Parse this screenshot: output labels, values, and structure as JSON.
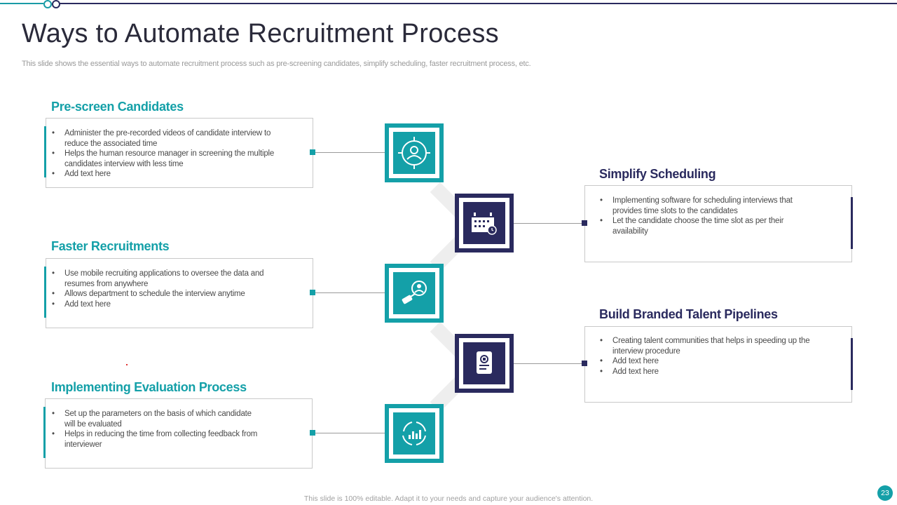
{
  "title": "Ways to Automate Recruitment Process",
  "subtitle": "This slide shows the essential ways to automate recruitment process such as pre-screening candidates, simplify scheduling, faster recruitment process, etc.",
  "colors": {
    "teal": "#14a0a8",
    "navy": "#2a2a5e"
  },
  "left_sections": [
    {
      "heading": "Pre-screen Candidates",
      "bullets": [
        "Administer the pre-recorded videos of candidate interview to reduce the associated time",
        "Helps the human resource manager in screening the multiple candidates interview with less time",
        "Add text here"
      ],
      "icon": "user-target-icon"
    },
    {
      "heading": "Faster Recruitments",
      "bullets": [
        "Use mobile recruiting applications to oversee the data and resumes from anywhere",
        "Allows department to schedule the interview anytime",
        "Add text here"
      ],
      "icon": "mobile-user-icon"
    },
    {
      "heading": "Implementing Evaluation Process",
      "bullets": [
        "Set up the parameters on the basis of which candidate will be evaluated",
        "Helps in reducing the time from collecting feedback from interviewer"
      ],
      "icon": "cycle-chart-icon"
    }
  ],
  "right_sections": [
    {
      "heading": "Simplify Scheduling",
      "bullets": [
        "Implementing software for scheduling interviews that provides time slots to the candidates",
        "Let the candidate choose the time slot as per their availability"
      ],
      "icon": "calendar-clock-icon"
    },
    {
      "heading": "Build Branded Talent Pipelines",
      "bullets": [
        "Creating talent communities that helps in speeding up the interview procedure",
        "Add text here",
        "Add text here"
      ],
      "icon": "id-badge-icon"
    }
  ],
  "footer": "This slide is 100% editable.  Adapt it to your needs and capture your audience's attention.",
  "page_number": "23"
}
